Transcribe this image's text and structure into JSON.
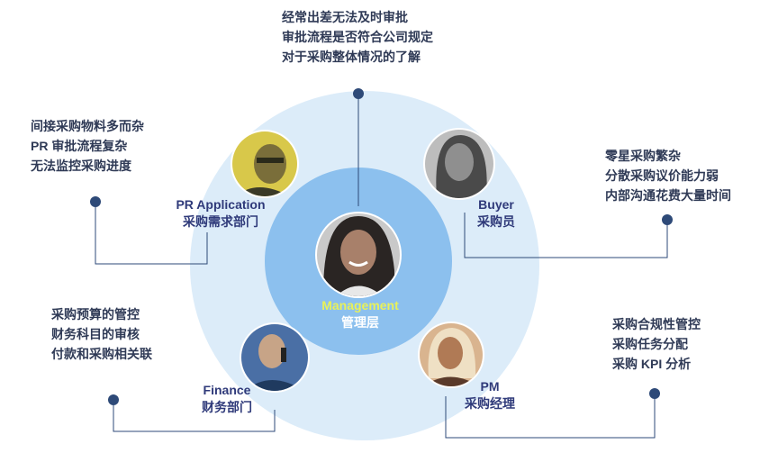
{
  "center": {
    "label_en": "Management",
    "label_zh": "管理层",
    "issues": [
      "经常出差无法及时审批",
      "审批流程是否符合公司规定",
      "对于采购整体情况的了解"
    ]
  },
  "roles": [
    {
      "key": "pr",
      "label_en": "PR Application",
      "label_zh": "采购需求部门",
      "issues": [
        "间接采购物料多而杂",
        "PR 审批流程复杂",
        "无法监控采购进度"
      ]
    },
    {
      "key": "buyer",
      "label_en": "Buyer",
      "label_zh": "采购员",
      "issues": [
        "零星采购繁杂",
        "分散采购议价能力弱",
        "内部沟通花费大量时间"
      ]
    },
    {
      "key": "finance",
      "label_en": "Finance",
      "label_zh": "财务部门",
      "issues": [
        "采购预算的管控",
        "财务科目的审核",
        "付款和采购相关联"
      ]
    },
    {
      "key": "pm",
      "label_en": "PM",
      "label_zh": "采购经理",
      "issues": [
        "采购合规性管控",
        "采购任务分配",
        "采购 KPI 分析"
      ]
    }
  ],
  "colors": {
    "outer_ring": "#dcecf9",
    "inner_circle": "#8cc0ee",
    "connector": "#2e4a78",
    "dot": "#2e4a78",
    "role_label": "#2f3a7a",
    "mgmt_en": "#e8f15a"
  }
}
